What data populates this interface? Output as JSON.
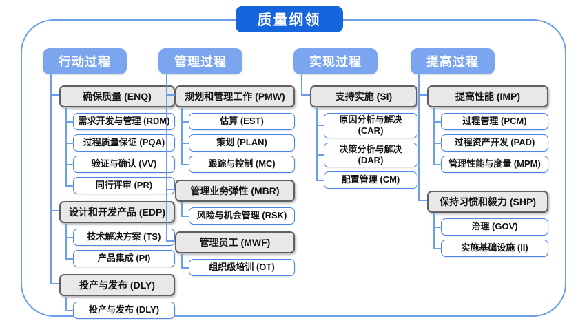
{
  "title": "质量纲领",
  "palette": {
    "title_blue": "#1565dd",
    "header_blue": "#7ba6ef",
    "connector_blue": "#6d9eeb",
    "white_box_border_blue": "#4a86e8",
    "gray_box_fill": "#e8e8e8",
    "gray_box_border": "#5f5f5f",
    "frame_border_blue": "#6d9eeb"
  },
  "columns": [
    {
      "id": "action",
      "header": "行动过程",
      "groups": [
        {
          "label": "确保质量 (ENQ)",
          "children": [
            "需求开发与管理 (RDM)",
            "过程质量保证 (PQA)",
            "验证与确认 (VV)",
            "同行评审 (PR)"
          ]
        },
        {
          "label": "设计和开发产品 (EDP)",
          "children": [
            "技术解决方案 (TS)",
            "产品集成 (PI)"
          ]
        },
        {
          "label": "投产与发布 (DLY)",
          "children": [
            "投产与发布 (DLY)"
          ]
        }
      ]
    },
    {
      "id": "management",
      "header": "管理过程",
      "groups": [
        {
          "label": "规划和管理工作 (PMW)",
          "children": [
            "估算 (EST)",
            "策划 (PLAN)",
            "跟踪与控制 (MC)"
          ]
        },
        {
          "label": "管理业务弹性 (MBR)",
          "children": [
            "风险与机会管理 (RSK)"
          ]
        },
        {
          "label": "管理员工 (MWF)",
          "children": [
            "组织级培训 (OT)"
          ]
        }
      ]
    },
    {
      "id": "implementation",
      "header": "实现过程",
      "groups": [
        {
          "label": "支持实施 (SI)",
          "children": [
            "原因分析与解决 (CAR)",
            "决策分析与解决 (DAR)",
            "配置管理 (CM)"
          ]
        }
      ]
    },
    {
      "id": "improvement",
      "header": "提高过程",
      "groups": [
        {
          "label": "提高性能 (IMP)",
          "children": [
            "过程管理 (PCM)",
            "过程资产开发 (PAD)",
            "管理性能与度量 (MPM)"
          ]
        },
        {
          "label": "保持习惯和毅力 (SHP)",
          "spaced": true,
          "children": [
            "治理 (GOV)",
            "实施基础设施 (II)"
          ]
        }
      ]
    }
  ]
}
